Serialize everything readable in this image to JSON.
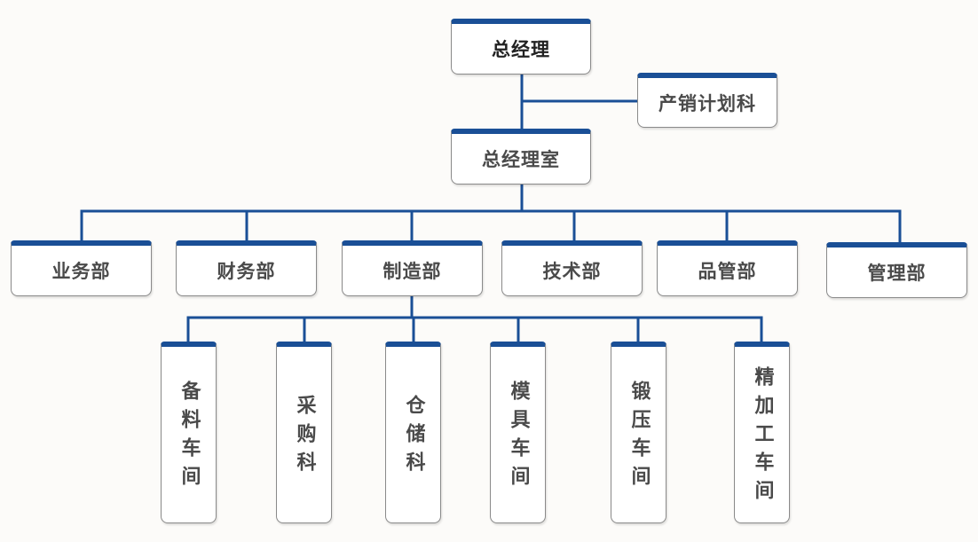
{
  "org_chart": {
    "root": "总经理",
    "assistant": "产销计划科",
    "office": "总经理室",
    "departments": [
      "业务部",
      "财务部",
      "制造部",
      "技术部",
      "品管部",
      "管理部"
    ],
    "manufacturing_units": [
      "备料车间",
      "采购科",
      "仓储科",
      "模具车间",
      "锻压车间",
      "精加工车间"
    ]
  },
  "colors": {
    "accent": "#1a4f96",
    "connector": "#1a4f96",
    "box_border": "#8a8a8a",
    "text": "#4a4a4a",
    "background": "#fcfbf9"
  }
}
